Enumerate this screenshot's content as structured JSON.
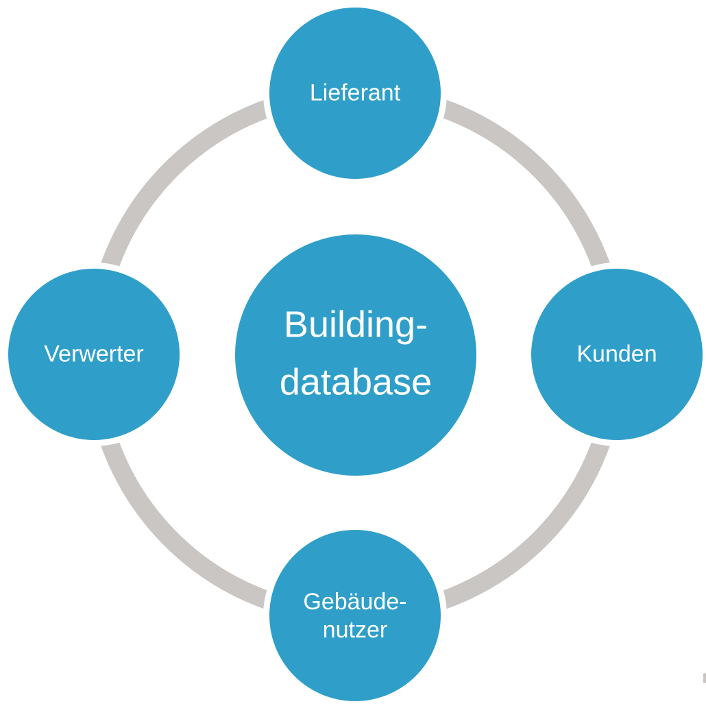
{
  "diagram": {
    "type": "cycle",
    "center": {
      "id": "building-database",
      "lines": [
        "Building-",
        "database"
      ]
    },
    "nodes": [
      {
        "id": "lieferant",
        "position": "top",
        "lines": [
          "Lieferant"
        ]
      },
      {
        "id": "kunden",
        "position": "right",
        "lines": [
          "Kunden"
        ]
      },
      {
        "id": "gebaeudenutzer",
        "position": "bottom",
        "lines": [
          "Gebäude-",
          "nutzer"
        ]
      },
      {
        "id": "verwerter",
        "position": "left",
        "lines": [
          "Verwerter"
        ]
      }
    ]
  },
  "colors": {
    "node_fill": "#2F9FC9",
    "ring": "#C9C6C3",
    "halo": "#FFFFFF",
    "text": "#FFFFFF",
    "background": "#FFFFFF"
  }
}
